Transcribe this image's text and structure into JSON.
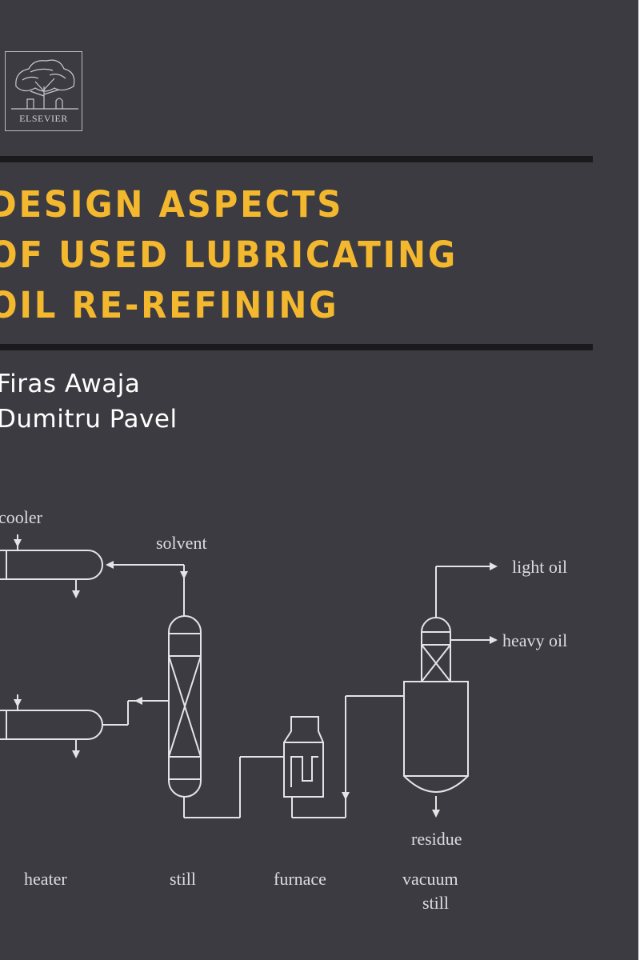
{
  "cover": {
    "background": "#3c3b41",
    "title_color": "#f4b82f",
    "publisher": "ELSEVIER",
    "title_lines": [
      "DESIGN ASPECTS",
      "OF USED LUBRICATING",
      "OIL RE-REFINING"
    ],
    "authors": [
      "Firas Awaja",
      "Dumitru Pavel"
    ]
  },
  "diagram": {
    "labels": {
      "cooler": "cooler",
      "solvent": "solvent",
      "light_oil": "light oil",
      "heavy_oil": "heavy oil",
      "residue": "residue",
      "heater": "heater",
      "still": "still",
      "furnace": "furnace",
      "vacuum_line1": "vacuum",
      "vacuum_line2": "still"
    }
  }
}
